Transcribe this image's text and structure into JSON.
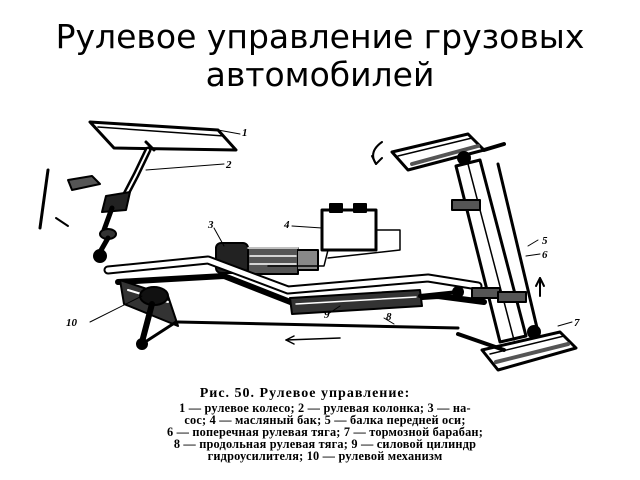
{
  "slide": {
    "title_line1": "Рулевое управление грузовых",
    "title_line2": "автомобилей"
  },
  "figure": {
    "callouts": [
      "1",
      "2",
      "3",
      "4",
      "5",
      "6",
      "7",
      "8",
      "9",
      "10"
    ]
  },
  "caption": {
    "heading": "Рис. 50. Рулевое управление:",
    "lines": [
      "1 — рулевое колесо; 2 — рулевая колонка; 3 — на-",
      "сос; 4 — масляный бак; 5 — балка передней оси;",
      "6 — поперечная рулевая тяга; 7 — тормозной барабан;",
      "8 — продольная рулевая тяга; 9 — силовой цилиндр",
      "гидроусилителя; 10 — рулевой механизм"
    ]
  }
}
